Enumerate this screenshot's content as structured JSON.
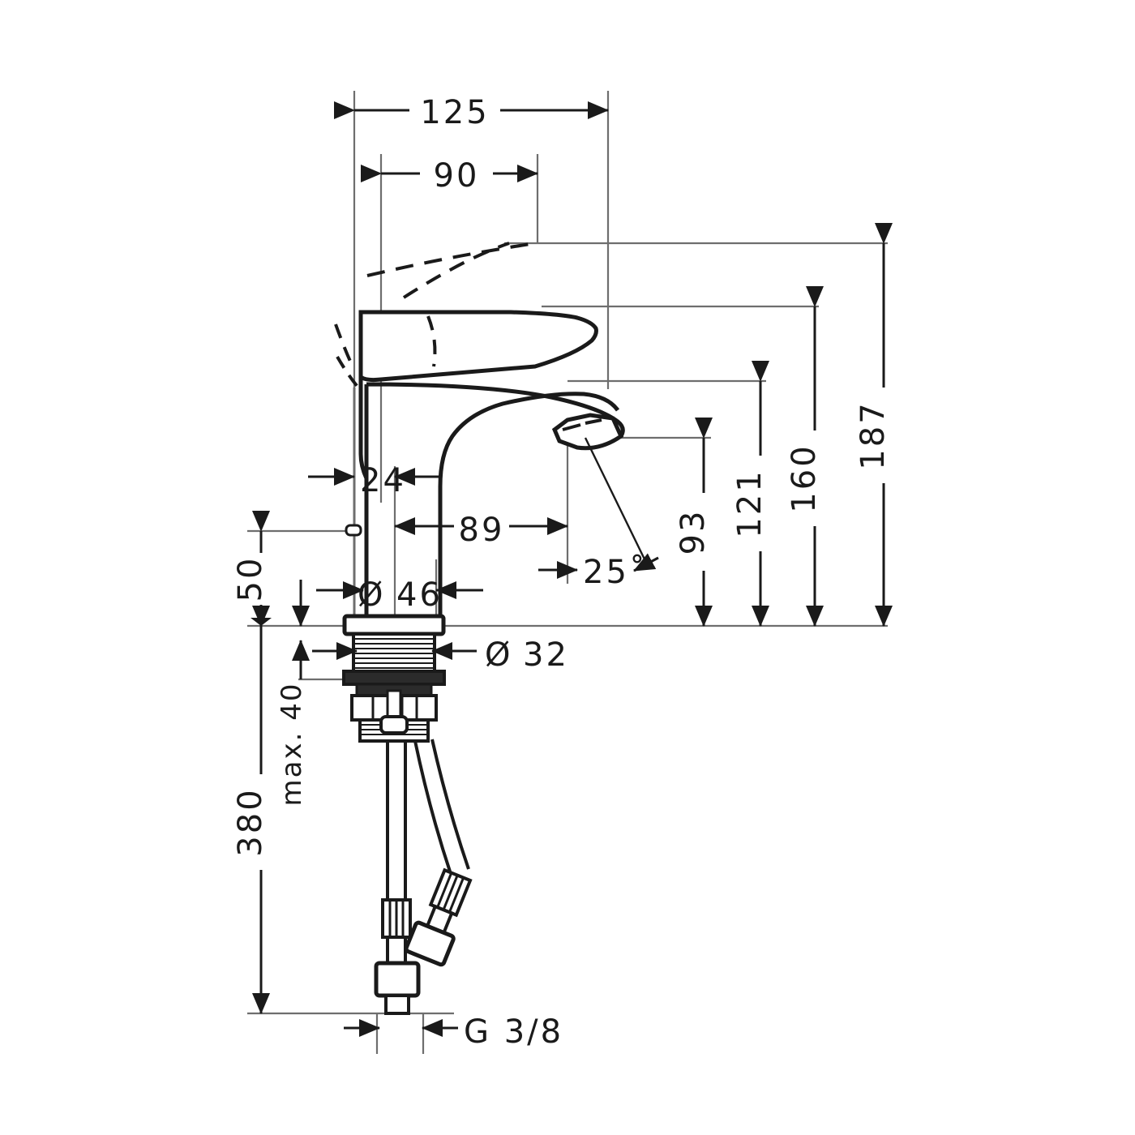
{
  "drawing": {
    "type": "technical-dimension-drawing",
    "subject": "single-lever basin mixer faucet",
    "units": "mm",
    "line_color": "#1a1a1a",
    "thin_line_color": "#6e6e6e",
    "background": "#ffffff"
  },
  "dimensions": {
    "horizontal_top": [
      {
        "id": "d125",
        "label": "125",
        "orientation": "horizontal"
      },
      {
        "id": "d90",
        "label": "90",
        "orientation": "horizontal"
      }
    ],
    "horizontal_mid": [
      {
        "id": "d24",
        "label": "24",
        "orientation": "horizontal"
      },
      {
        "id": "d89",
        "label": "89",
        "orientation": "horizontal"
      },
      {
        "id": "d46",
        "label": "46",
        "orientation": "horizontal",
        "prefix": "Ø"
      }
    ],
    "vertical_right": [
      {
        "id": "d93",
        "label": "93",
        "orientation": "vertical"
      },
      {
        "id": "d121",
        "label": "121",
        "orientation": "vertical"
      },
      {
        "id": "d160",
        "label": "160",
        "orientation": "vertical"
      },
      {
        "id": "d187",
        "label": "187",
        "orientation": "vertical"
      }
    ],
    "vertical_left": [
      {
        "id": "d50",
        "label": "50",
        "orientation": "vertical"
      },
      {
        "id": "d380",
        "label": "380",
        "orientation": "vertical"
      },
      {
        "id": "dmax40",
        "label": "max. 40",
        "orientation": "vertical"
      }
    ],
    "diameters": [
      {
        "id": "d32",
        "label": "32",
        "prefix": "Ø",
        "orientation": "horizontal"
      }
    ],
    "angles": [
      {
        "id": "a25",
        "label": "25˚",
        "orientation": "horizontal"
      }
    ],
    "threads": [
      {
        "id": "g38",
        "label": "G 3/8",
        "orientation": "horizontal"
      }
    ]
  },
  "symbols": {
    "diameter": "Ø",
    "degree": "˚"
  }
}
